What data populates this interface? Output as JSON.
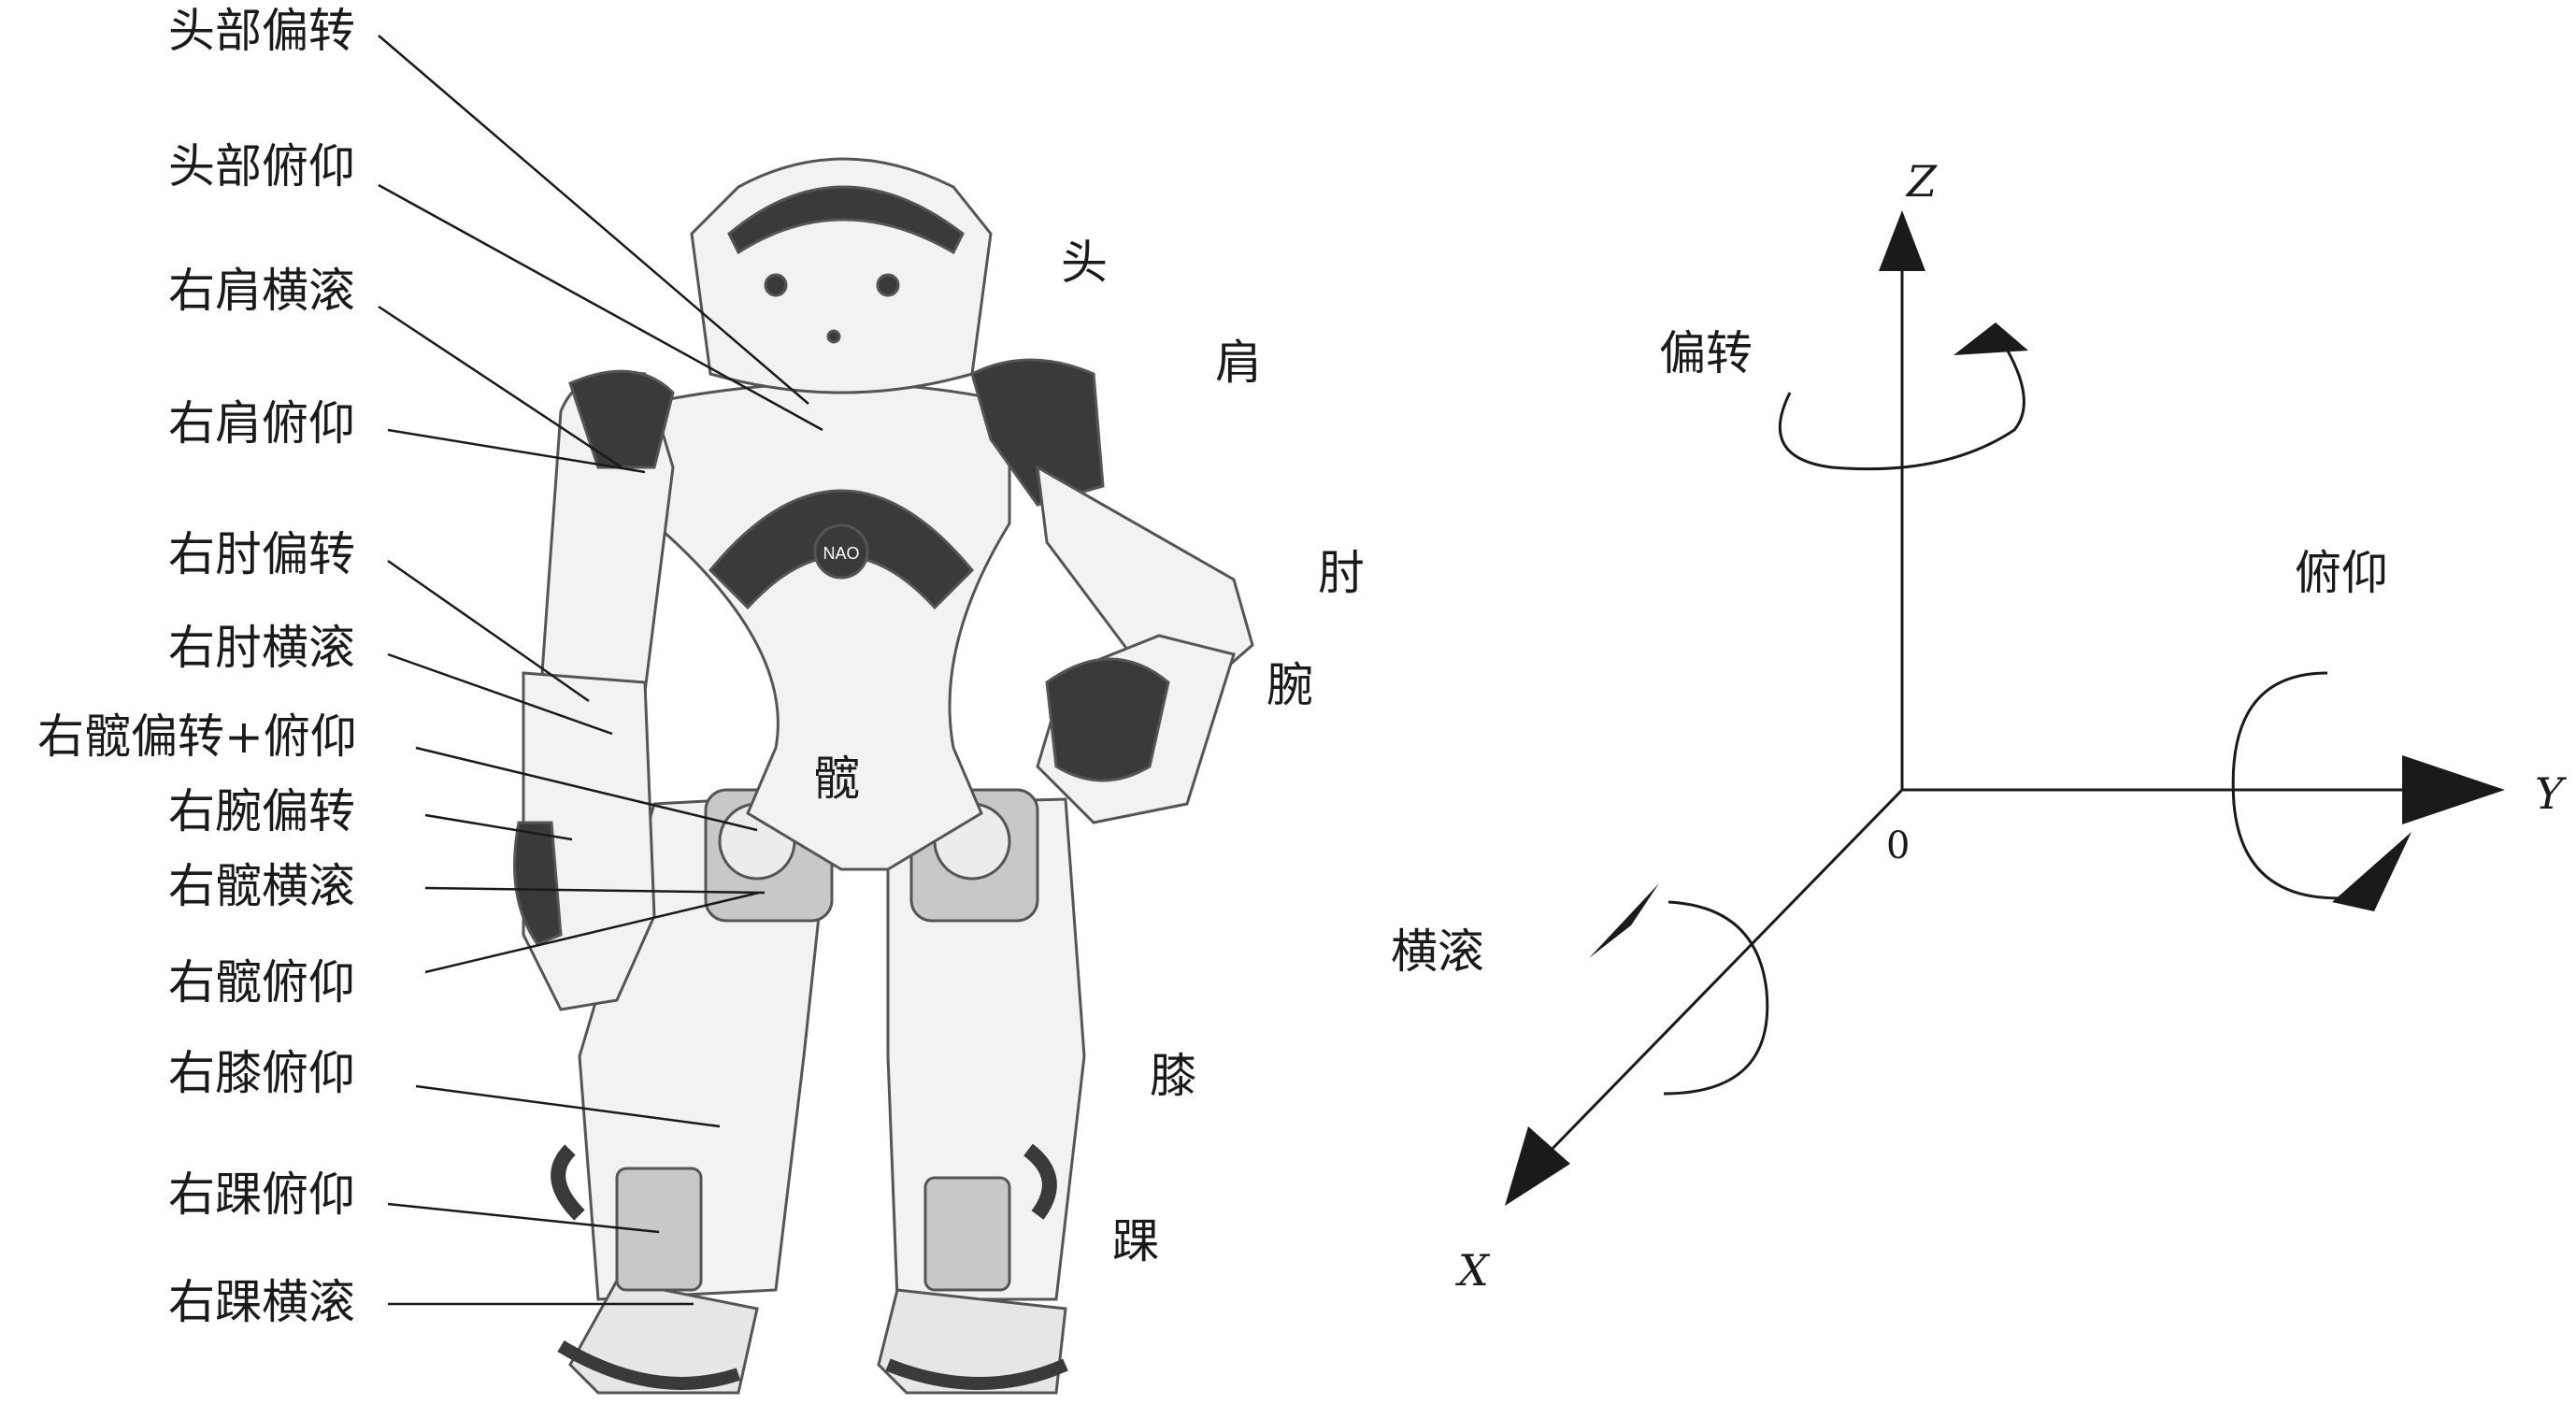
{
  "joint_labels": {
    "head_yaw": "头部偏转",
    "head_pitch": "头部俯仰",
    "r_shoulder_roll": "右肩横滚",
    "r_shoulder_pitch": "右肩俯仰",
    "r_elbow_yaw": "右肘偏转",
    "r_elbow_roll": "右肘横滚",
    "r_hip_yawpitch": "右髋偏转+俯仰",
    "r_wrist_yaw": "右腕偏转",
    "r_hip_roll": "右髋横滚",
    "r_hip_pitch": "右髋俯仰",
    "r_knee_pitch": "右膝俯仰",
    "r_ankle_pitch": "右踝俯仰",
    "r_ankle_roll": "右踝横滚"
  },
  "body_parts": {
    "head": "头",
    "shoulder": "肩",
    "elbow": "肘",
    "wrist": "腕",
    "hip": "髋",
    "knee": "膝",
    "ankle": "踝"
  },
  "robot": {
    "chest_logo": "NAO"
  },
  "axes": {
    "z": "Z",
    "y": "Y",
    "x": "X",
    "origin": "0",
    "yaw": "偏转",
    "pitch": "俯仰",
    "roll": "横滚"
  },
  "colors": {
    "line": "#1a1a1a",
    "robot_body": "#f2f2f2",
    "robot_dark": "#3a3a3a",
    "robot_shade": "#c8c8c8"
  }
}
